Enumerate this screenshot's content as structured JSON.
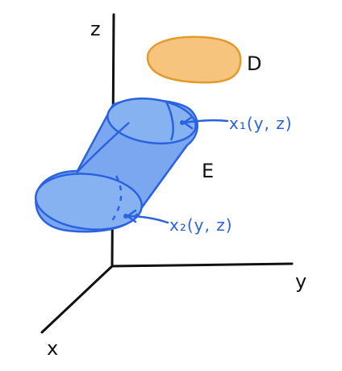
{
  "labels": {
    "z_axis": "z",
    "y_axis": "y",
    "x_axis": "x",
    "region_d": "D",
    "solid_e": "E",
    "surface_front": "x₁(y, z)",
    "surface_back": "x₂(y, z)"
  },
  "colors": {
    "axis": "#111111",
    "solid_fill": "#7aa7ef",
    "solid_stroke": "#2a62e0",
    "region_fill": "#f7c47e",
    "region_stroke": "#e39a2b",
    "label_blue": "#2a62e0"
  }
}
